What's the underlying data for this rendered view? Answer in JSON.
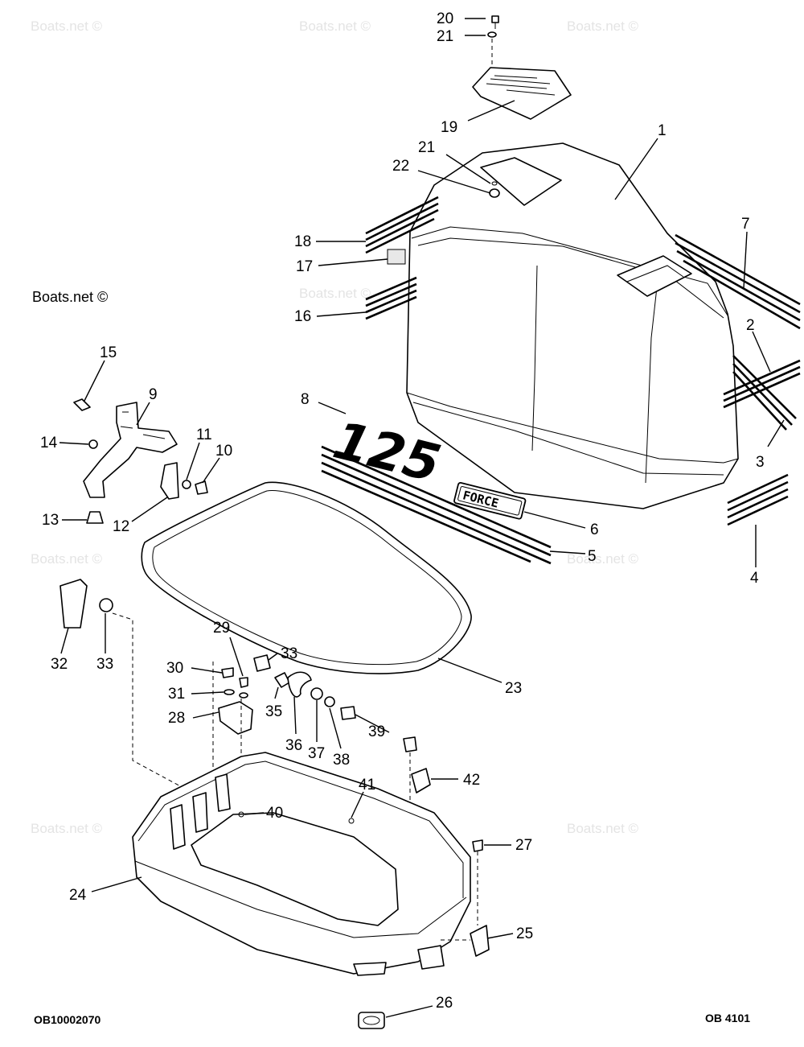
{
  "watermarks": {
    "small": "Boats.net ©",
    "large": "Boats.net ©"
  },
  "hood_text": {
    "model_number": "125",
    "brand": "FORCE"
  },
  "footer": {
    "left_code": "OB10002070",
    "right_code": "OB 4101"
  },
  "callouts": [
    {
      "id": "c20",
      "num": "20"
    },
    {
      "id": "c21a",
      "num": "21"
    },
    {
      "id": "c19",
      "num": "19"
    },
    {
      "id": "c1",
      "num": "1"
    },
    {
      "id": "c21b",
      "num": "21"
    },
    {
      "id": "c22",
      "num": "22"
    },
    {
      "id": "c18",
      "num": "18"
    },
    {
      "id": "c17",
      "num": "17"
    },
    {
      "id": "c16",
      "num": "16"
    },
    {
      "id": "c7",
      "num": "7"
    },
    {
      "id": "c2",
      "num": "2"
    },
    {
      "id": "c3",
      "num": "3"
    },
    {
      "id": "c8",
      "num": "8"
    },
    {
      "id": "c15",
      "num": "15"
    },
    {
      "id": "c9",
      "num": "9"
    },
    {
      "id": "c14",
      "num": "14"
    },
    {
      "id": "c11",
      "num": "11"
    },
    {
      "id": "c10",
      "num": "10"
    },
    {
      "id": "c13",
      "num": "13"
    },
    {
      "id": "c12",
      "num": "12"
    },
    {
      "id": "c6",
      "num": "6"
    },
    {
      "id": "c5",
      "num": "5"
    },
    {
      "id": "c4",
      "num": "4"
    },
    {
      "id": "c32",
      "num": "32"
    },
    {
      "id": "c33a",
      "num": "33"
    },
    {
      "id": "c29",
      "num": "29"
    },
    {
      "id": "c33b",
      "num": "33"
    },
    {
      "id": "c30",
      "num": "30"
    },
    {
      "id": "c31",
      "num": "31"
    },
    {
      "id": "c35",
      "num": "35"
    },
    {
      "id": "c28",
      "num": "28"
    },
    {
      "id": "c23",
      "num": "23"
    },
    {
      "id": "c36",
      "num": "36"
    },
    {
      "id": "c37",
      "num": "37"
    },
    {
      "id": "c38",
      "num": "38"
    },
    {
      "id": "c39",
      "num": "39"
    },
    {
      "id": "c42",
      "num": "42"
    },
    {
      "id": "c41",
      "num": "41"
    },
    {
      "id": "c40",
      "num": "40"
    },
    {
      "id": "c27",
      "num": "27"
    },
    {
      "id": "c24",
      "num": "24"
    },
    {
      "id": "c25",
      "num": "25"
    },
    {
      "id": "c26",
      "num": "26"
    }
  ]
}
